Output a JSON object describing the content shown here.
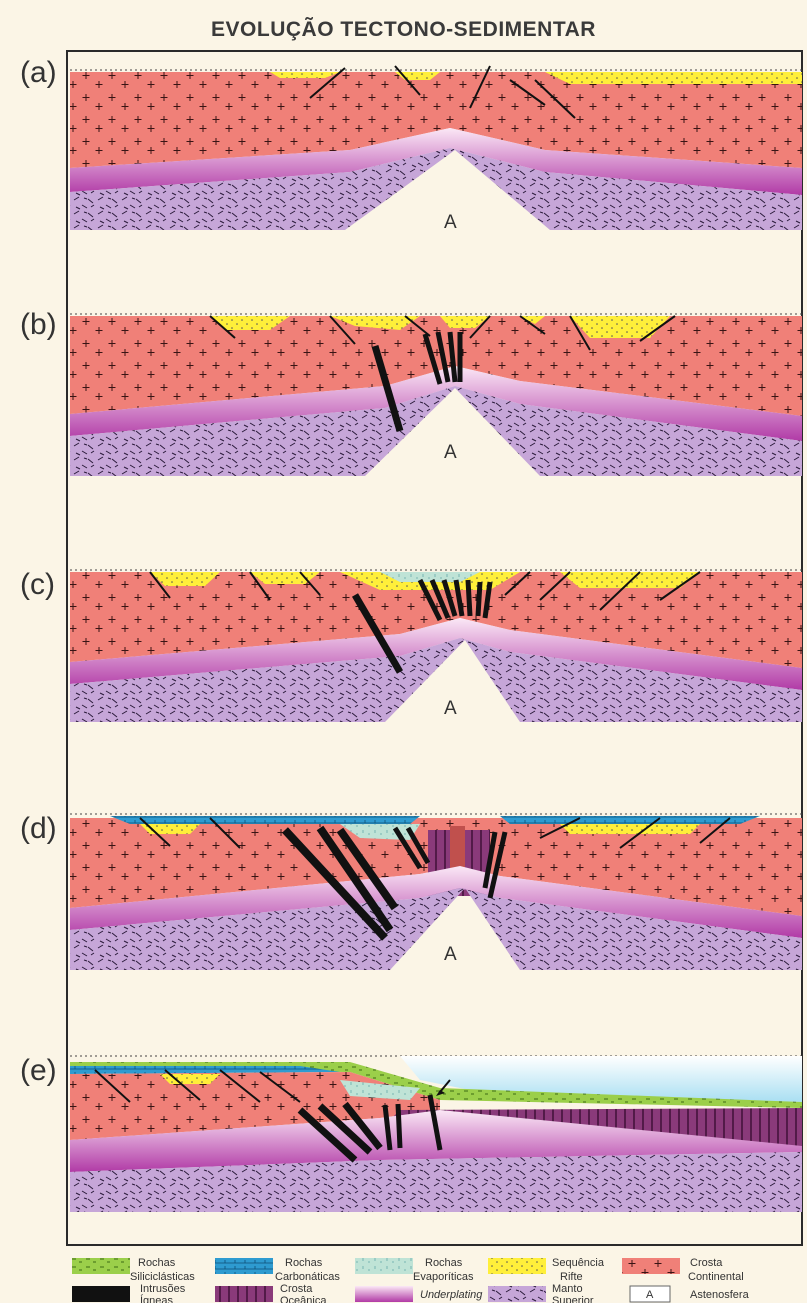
{
  "title": "EVOLUÇÃO TECTONO-SEDIMENTAR",
  "panels": [
    {
      "label": "(a)",
      "asthenosphere": "A"
    },
    {
      "label": "(b)",
      "asthenosphere": "A"
    },
    {
      "label": "(c)",
      "asthenosphere": "A"
    },
    {
      "label": "(d)",
      "asthenosphere": "A"
    },
    {
      "label": "(e)"
    }
  ],
  "legend": [
    {
      "l1": "Rochas",
      "l2": "Siliciclásticas",
      "color": "#9bcf4a"
    },
    {
      "l1": "Rochas",
      "l2": "Carbonáticas",
      "color": "#2e9bd0"
    },
    {
      "l1": "Rochas",
      "l2": "Evaporíticas",
      "color": "#bfe3d6"
    },
    {
      "l1": "Sequência",
      "l2": "Rifte",
      "color": "#ffef3a"
    },
    {
      "l1": "Crosta",
      "l2": "Continental",
      "color": "#f08078"
    },
    {
      "l1": "Intrusões",
      "l2": "Ígneas",
      "color": "#111111"
    },
    {
      "l1": "Crosta",
      "l2": "Oceânica",
      "color": "#8a3a7a"
    },
    {
      "l1": "Underplating",
      "l2": "",
      "color": "#c050b8"
    },
    {
      "l1": "Manto",
      "l2": "Superior",
      "color": "#c6a6d8"
    },
    {
      "l1": "Astenosfera",
      "l2": "",
      "symbol": "A",
      "color": "#ffffff"
    }
  ]
}
